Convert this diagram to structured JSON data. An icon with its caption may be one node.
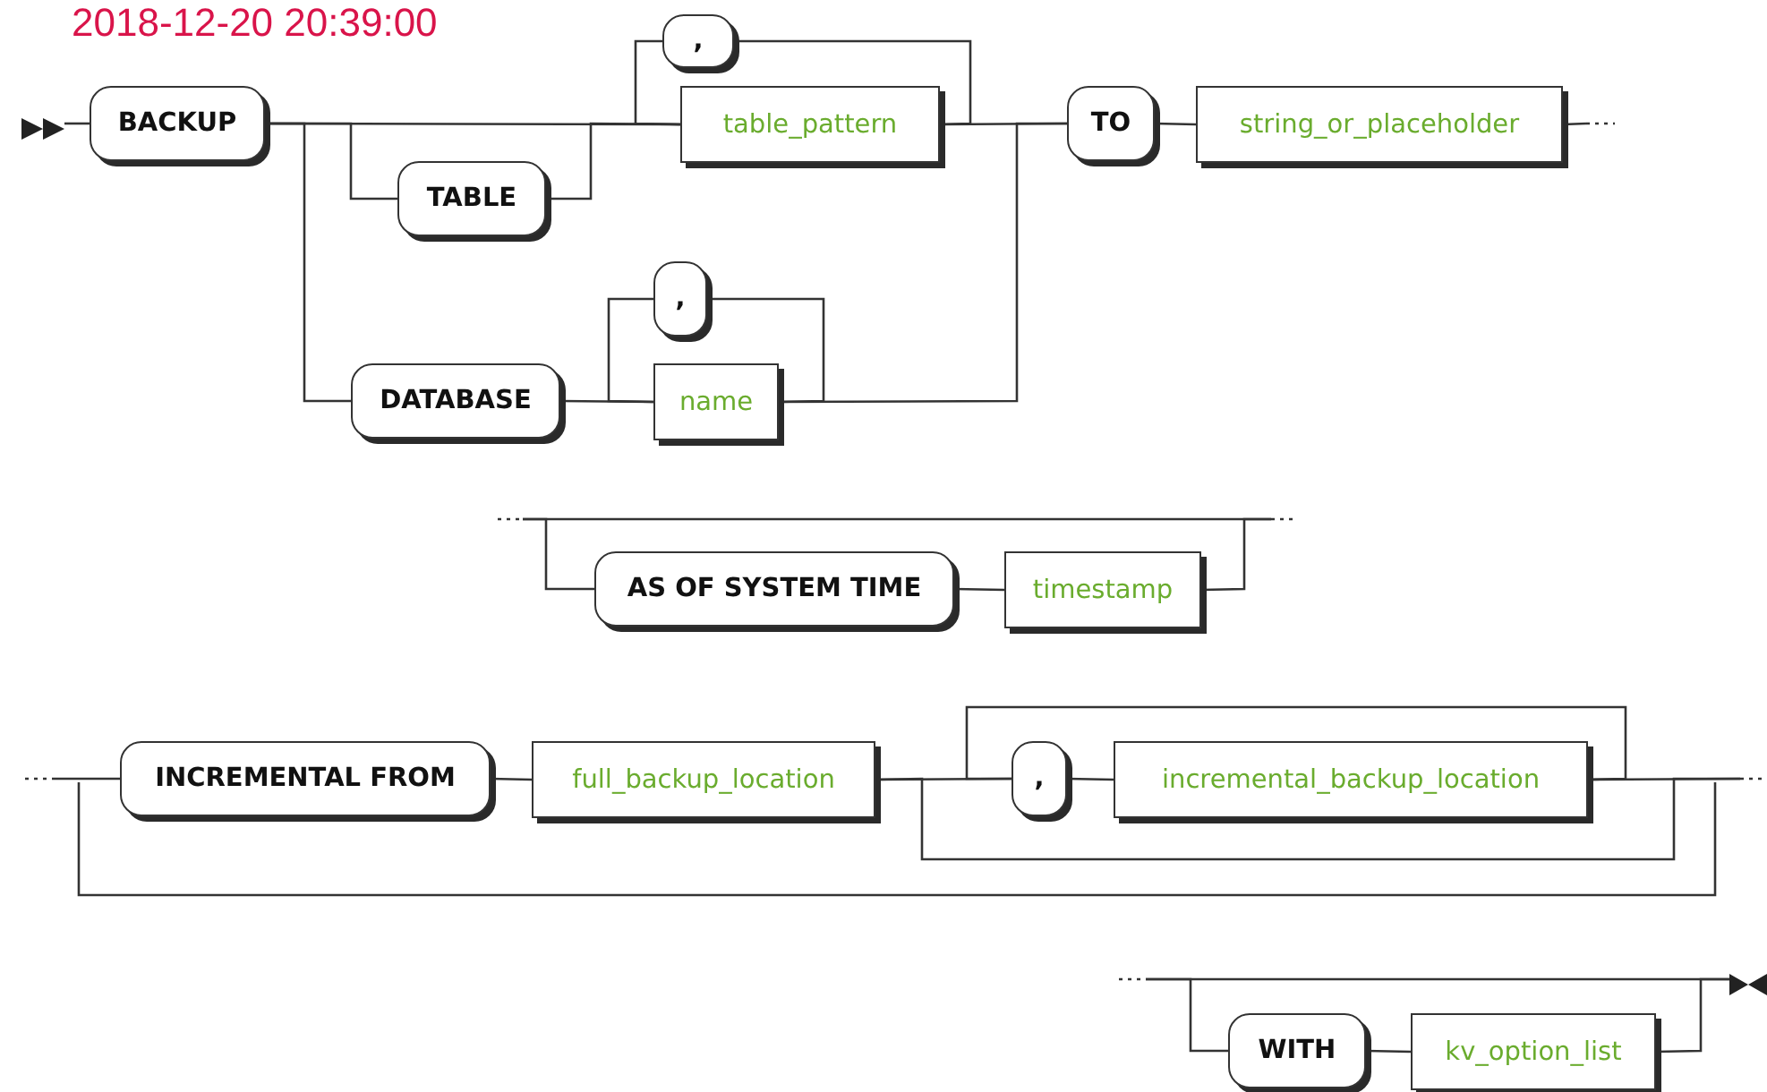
{
  "diagram": {
    "nodes": [
      {
        "text": [],
        "shape": "triangle"
      },
      {
        "text": [
          "BACKUP"
        ]
      },
      {
        "text": [
          ","
        ]
      },
      {
        "text": [
          "table_pattern"
        ]
      },
      {
        "text": [
          "TABLE"
        ]
      },
      {
        "text": [
          "TO"
        ]
      },
      {
        "text": [
          "string_or_placeholder"
        ]
      },
      {
        "text": [
          "DATABASE"
        ]
      },
      {
        "text": [
          ","
        ]
      },
      {
        "text": [
          "name"
        ]
      },
      {
        "text": [
          "AS OF SYSTEM TIME"
        ]
      },
      {
        "text": [
          "timestamp"
        ]
      },
      {
        "text": [
          "INCREMENTAL FROM"
        ]
      },
      {
        "text": [
          "full_backup_location"
        ]
      },
      {
        "text": [
          ","
        ]
      },
      {
        "text": [
          "incremental_backup_location"
        ]
      },
      {
        "text": [
          "WITH"
        ]
      },
      {
        "text": [
          "kv_option_list"
        ]
      },
      {
        "text": [],
        "shape": "triangle"
      }
    ],
    "edges": [
      {
        "from": 0,
        "to": 1,
        "arrow": "none"
      },
      {
        "from": 1,
        "to": 3,
        "arrow": "none"
      },
      {
        "from": 1,
        "to": 4,
        "arrow": "none"
      },
      {
        "from": 4,
        "to": 3,
        "arrow": "none"
      },
      {
        "from": 3,
        "to": 2,
        "arrow": "none"
      },
      {
        "from": 2,
        "to": 3,
        "arrow": "none"
      },
      {
        "from": 3,
        "to": 5,
        "arrow": "none"
      },
      {
        "from": 1,
        "to": 7,
        "arrow": "none"
      },
      {
        "from": 7,
        "to": 9,
        "arrow": "none"
      },
      {
        "from": 9,
        "to": 8,
        "arrow": "none"
      },
      {
        "from": 8,
        "to": 9,
        "arrow": "none"
      },
      {
        "from": 9,
        "to": 5,
        "arrow": "none"
      },
      {
        "from": 5,
        "to": 6,
        "arrow": "none"
      },
      {
        "from": 6,
        "to": null,
        "arrow": "none"
      },
      {
        "from": null,
        "to": 10,
        "arrow": "none"
      },
      {
        "from": 10,
        "to": 11,
        "arrow": "none"
      },
      {
        "from": 11,
        "to": null,
        "arrow": "none"
      },
      {
        "from": null,
        "to": 12,
        "arrow": "none"
      },
      {
        "from": 12,
        "to": 13,
        "arrow": "none"
      },
      {
        "from": 13,
        "to": 14,
        "arrow": "none"
      },
      {
        "from": 14,
        "to": 15,
        "arrow": "none"
      },
      {
        "from": 15,
        "to": 14,
        "arrow": "none"
      },
      {
        "from": 15,
        "to": null,
        "arrow": "none"
      },
      {
        "from": 13,
        "to": null,
        "arrow": "none"
      },
      {
        "from": null,
        "to": 16,
        "arrow": "none"
      },
      {
        "from": 16,
        "to": 17,
        "arrow": "none"
      },
      {
        "from": 17,
        "to": 18,
        "arrow": "none"
      },
      {
        "from": null,
        "to": 18,
        "arrow": "none"
      }
    ],
    "labels": [
      "2018-12-20 20:39:00"
    ]
  }
}
